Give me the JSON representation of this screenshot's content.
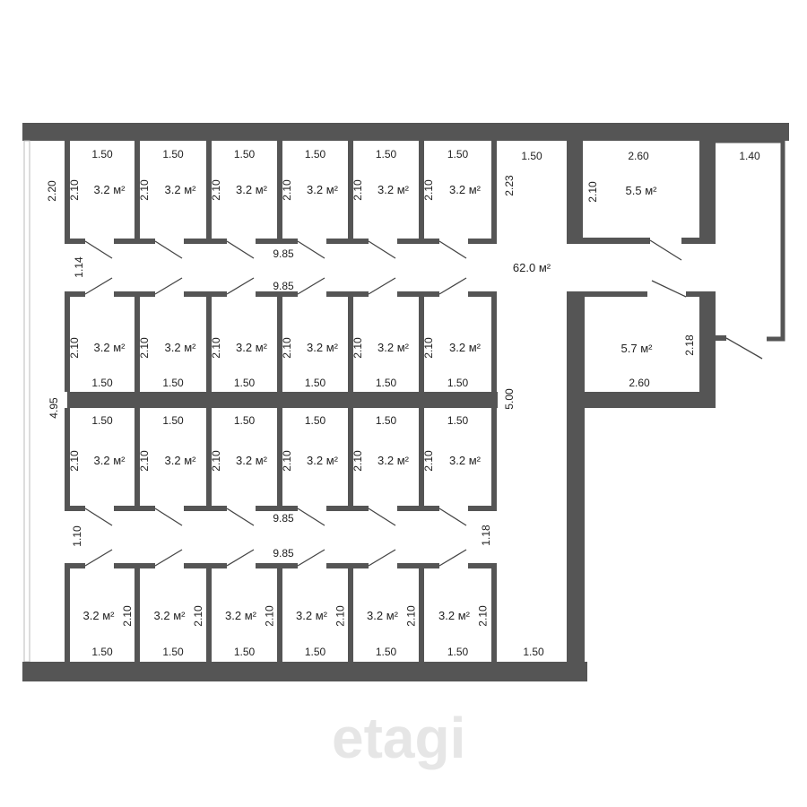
{
  "watermark": "etagi",
  "colors": {
    "wall": "#555555",
    "line": "#444444",
    "background": "#ffffff"
  },
  "cabin_rows": [
    {
      "row": 1,
      "cabins": [
        {
          "area": "3.2 м²",
          "width": "1.50",
          "length": "2.10"
        },
        {
          "area": "3.2 м²",
          "width": "1.50",
          "length": "2.10"
        },
        {
          "area": "3.2 м²",
          "width": "1.50",
          "length": "2.10"
        },
        {
          "area": "3.2 м²",
          "width": "1.50",
          "length": "2.10"
        },
        {
          "area": "3.2 м²",
          "width": "1.50",
          "length": "2.10"
        },
        {
          "area": "3.2 м²",
          "width": "1.50",
          "length": "2.10"
        }
      ]
    },
    {
      "row": 2,
      "cabins": [
        {
          "area": "3.2 м²",
          "width": "1.50",
          "length": "2.10"
        },
        {
          "area": "3.2 м²",
          "width": "1.50",
          "length": "2.10"
        },
        {
          "area": "3.2 м²",
          "width": "1.50",
          "length": "2.10"
        },
        {
          "area": "3.2 м²",
          "width": "1.50",
          "length": "2.10"
        },
        {
          "area": "3.2 м²",
          "width": "1.50",
          "length": "2.10"
        },
        {
          "area": "3.2 м²",
          "width": "1.50",
          "length": "2.10"
        }
      ]
    },
    {
      "row": 3,
      "cabins": [
        {
          "area": "3.2 м²",
          "width": "1.50",
          "length": "2.10"
        },
        {
          "area": "3.2 м²",
          "width": "1.50",
          "length": "2.10"
        },
        {
          "area": "3.2 м²",
          "width": "1.50",
          "length": "2.10"
        },
        {
          "area": "3.2 м²",
          "width": "1.50",
          "length": "2.10"
        },
        {
          "area": "3.2 м²",
          "width": "1.50",
          "length": "2.10"
        },
        {
          "area": "3.2 м²",
          "width": "1.50",
          "length": "2.10"
        }
      ]
    },
    {
      "row": 4,
      "cabins": [
        {
          "area": "3.2 м²",
          "width": "1.50",
          "length": "2.10"
        },
        {
          "area": "3.2 м²",
          "width": "1.50",
          "length": "2.10"
        },
        {
          "area": "3.2 м²",
          "width": "1.50",
          "length": "2.10"
        },
        {
          "area": "3.2 м²",
          "width": "1.50",
          "length": "2.10"
        },
        {
          "area": "3.2 м²",
          "width": "1.50",
          "length": "2.10"
        },
        {
          "area": "3.2 м²",
          "width": "1.50",
          "length": "2.10"
        }
      ]
    }
  ],
  "dimensions": {
    "left_top_height": "2.20",
    "aisle_top_width": "1.14",
    "aisle_top_length_a": "9.85",
    "aisle_top_length_b": "9.85",
    "left_total_height": "4.95",
    "aisle_bottom_width": "1.10",
    "aisle_bottom_length_a": "9.85",
    "aisle_bottom_length_b": "9.85",
    "aisle_bottom_right": "1.18",
    "hall_height": "5.00",
    "hall_top_height": "2.23",
    "hall_top_width": "1.50",
    "hall_bottom_width": "1.50"
  },
  "hall": {
    "area": "62.0 м²"
  },
  "room_a": {
    "area": "5.5 м²",
    "width": "2.60",
    "length": "2.10"
  },
  "room_b": {
    "area": "5.7 м²",
    "width": "2.60",
    "length": "2.18"
  },
  "corridor_right": {
    "width": "1.40"
  }
}
